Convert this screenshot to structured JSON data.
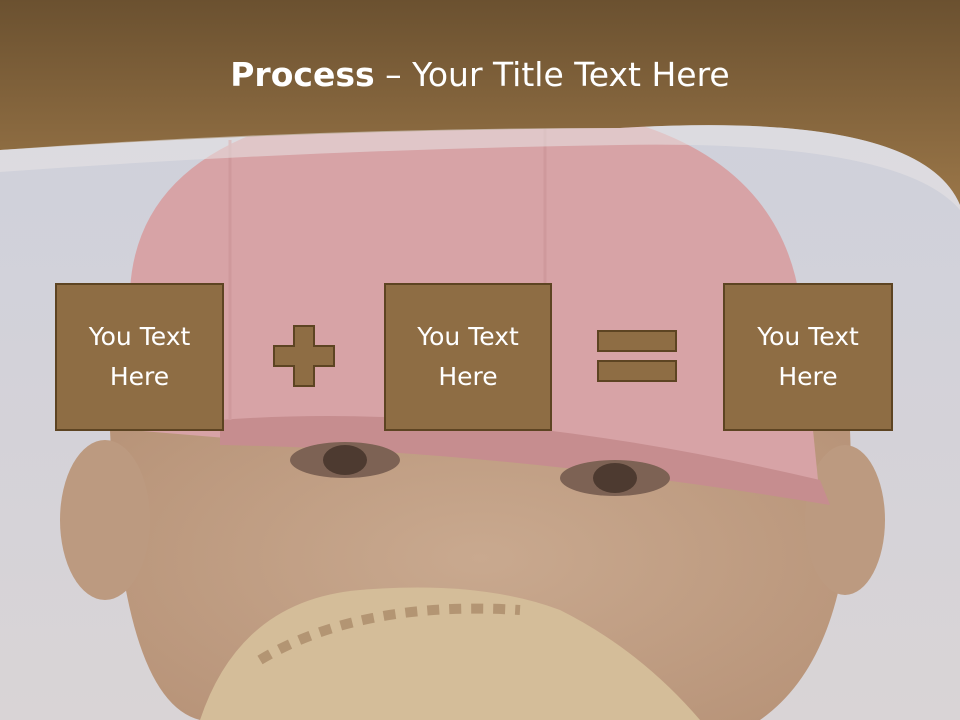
{
  "slide": {
    "title_bold": "Process",
    "title_rest": " – Your Title Text Here",
    "boxes": [
      {
        "text": "You Text Here"
      },
      {
        "text": "You Text Here"
      },
      {
        "text": "You Text Here"
      }
    ],
    "operators": [
      "plus",
      "equals"
    ]
  },
  "colors": {
    "header_brown": "#8e6d44",
    "box_fill": "#8e6d44",
    "box_border": "#5d4422",
    "title_text": "#ffffff"
  }
}
